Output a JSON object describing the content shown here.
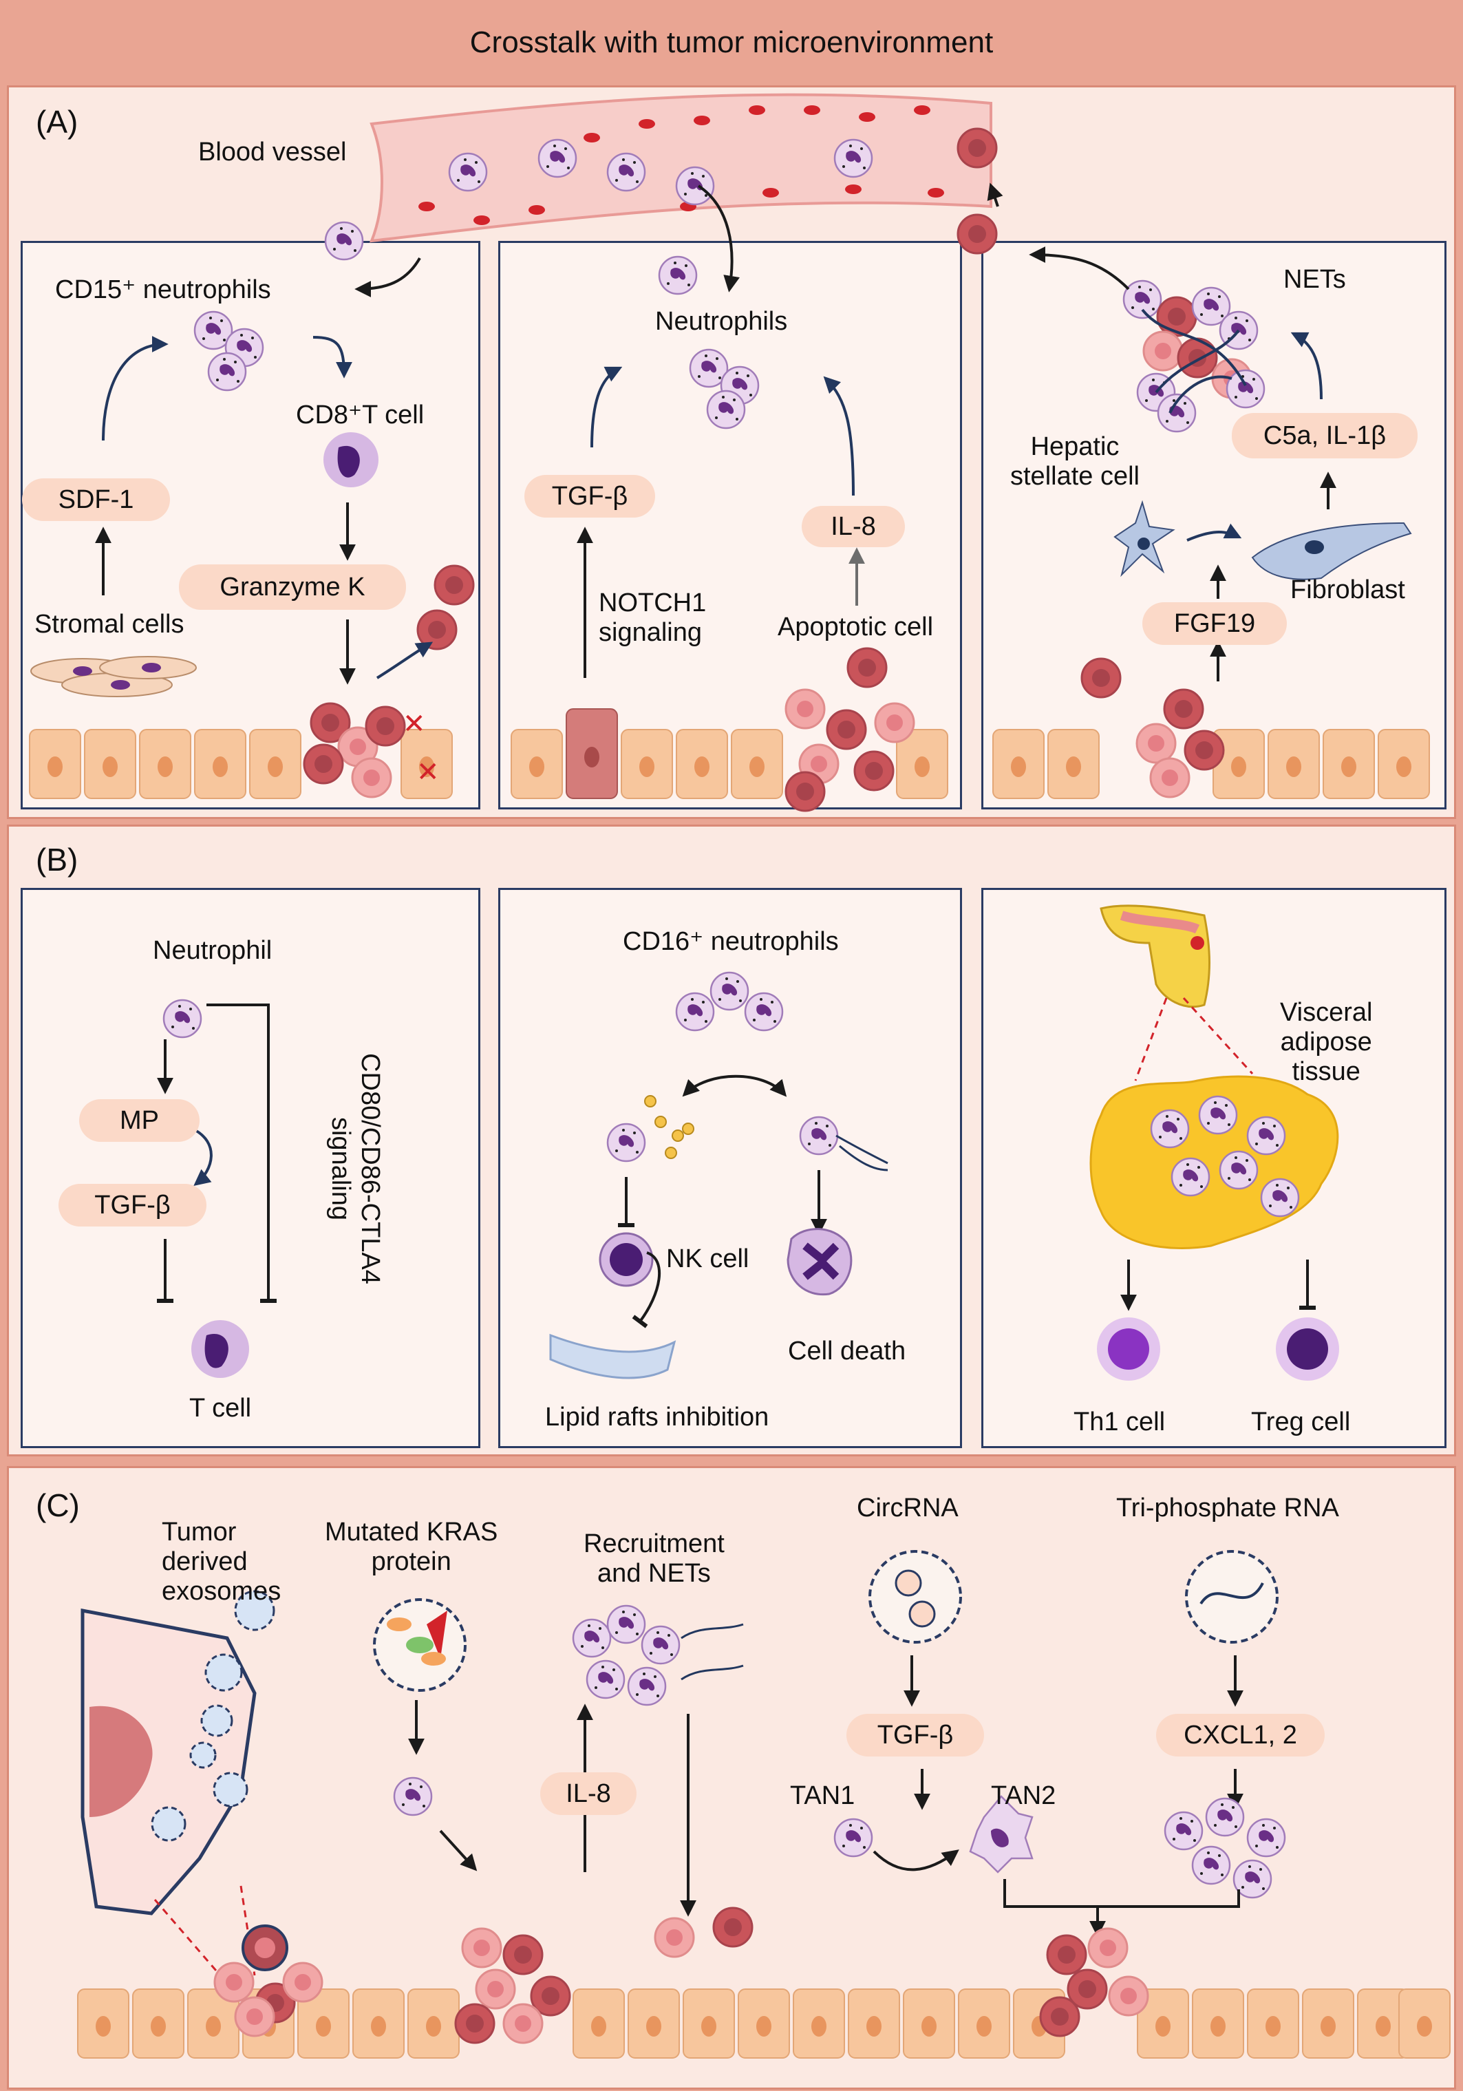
{
  "title": "Crosstalk with tumor microenvironment",
  "sections": {
    "a": {
      "label": "(A)"
    },
    "b": {
      "label": "(B)"
    },
    "c": {
      "label": "(C)"
    }
  },
  "panel_a": {
    "blood_vessel": "Blood vessel",
    "p1": {
      "cd15_neutrophils": "CD15⁺ neutrophils",
      "cd8_t_cell": "CD8⁺T cell",
      "sdf1": "SDF-1",
      "granzyme_k": "Granzyme K",
      "stromal_cells": "Stromal cells"
    },
    "p2": {
      "neutrophils": "Neutrophils",
      "tgf_beta": "TGF-β",
      "il8": "IL-8",
      "notch1_line1": "NOTCH1",
      "notch1_line2": "signaling",
      "apoptotic_cell": "Apoptotic cell"
    },
    "p3": {
      "nets": "NETs",
      "hepatic_line1": "Hepatic",
      "hepatic_line2": "stellate cell",
      "c5a": "C5a, IL-1β",
      "fibroblast": "Fibroblast",
      "fgf19": "FGF19"
    }
  },
  "panel_b": {
    "p1": {
      "neutrophil": "Neutrophil",
      "mp": "MP",
      "tgf_beta": "TGF-β",
      "t_cell": "T cell",
      "signaling_line1": "CD80/CD86-CTLA4",
      "signaling_line2": "signaling"
    },
    "p2": {
      "cd16_neutrophils": "CD16⁺ neutrophils",
      "nk_cell": "NK cell",
      "cell_death": "Cell death",
      "lipid_rafts": "Lipid rafts inhibition"
    },
    "p3": {
      "visceral_line1": "Visceral",
      "visceral_line2": "adipose",
      "visceral_line3": "tissue",
      "th1": "Th1 cell",
      "treg": "Treg cell"
    }
  },
  "panel_c": {
    "exosomes_line1": "Tumor",
    "exosomes_line2": "derived",
    "exosomes_line3": "exosomes",
    "kras_line1": "Mutated KRAS",
    "kras_line2": "protein",
    "recruit_line1": "Recruitment",
    "recruit_line2": "and NETs",
    "il8": "IL-8",
    "circrna": "CircRNA",
    "tgf_beta": "TGF-β",
    "tan1": "TAN1",
    "tan2": "TAN2",
    "triphosphate": "Tri-phosphate RNA",
    "cxcl": "CXCL1, 2"
  },
  "colors": {
    "background": "#e9a593",
    "section_fill": "#fbe9e2",
    "panel_border": "#2a3b63",
    "pill_fill": "#fbd9c8",
    "neutrophil_fill": "#ebd7ef",
    "nucleus": "#6a2f86",
    "tumor_cell": "#c9545a",
    "epithelium": "#f7c69d",
    "arrow": "#22375e"
  }
}
